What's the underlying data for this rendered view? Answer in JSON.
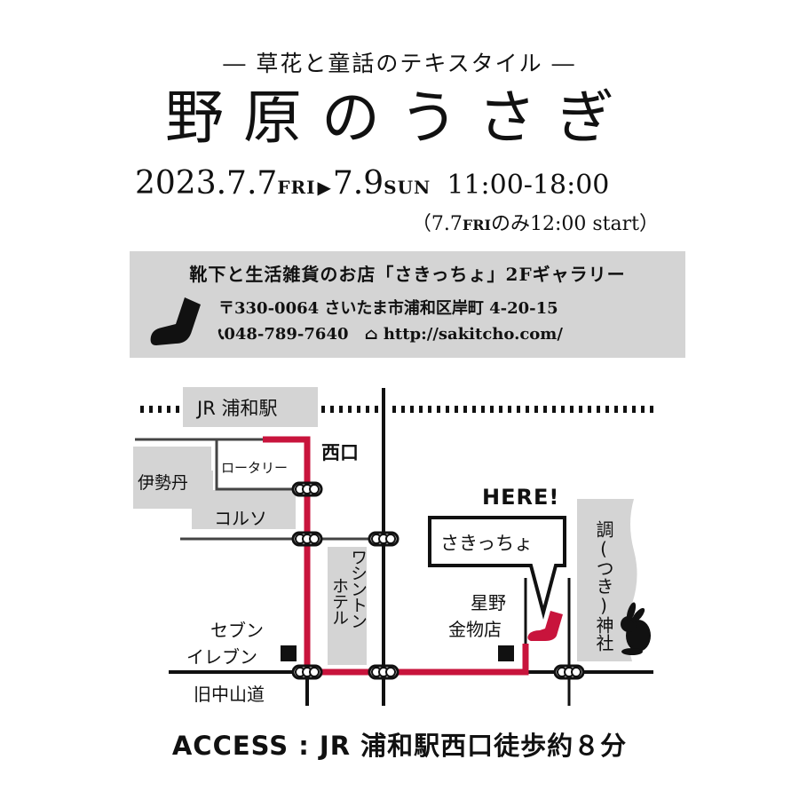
{
  "header": {
    "subtitle": "― 草花と童話のテキスタイル ―",
    "title": "野原のうさぎ"
  },
  "event": {
    "start_date": "2023.7.7",
    "start_day": "FRI",
    "end_date": "7.9",
    "end_day": "SUN",
    "hours": "11:00-18:00",
    "note_open": "（7.7",
    "note_day": "FRI",
    "note_rest": "のみ12:00 start）"
  },
  "shop": {
    "name": "靴下と生活雑貨のお店「さきっちょ」2Fギャラリー",
    "address": "〒330-0064 さいたま市浦和区岸町 4-20-15",
    "phone": "048-789-7640",
    "url": "http://sakitcho.com/",
    "icons": [
      "sock-icon",
      "phone-icon",
      "home-icon"
    ]
  },
  "map": {
    "station": "JR 浦和駅",
    "west_exit": "西口",
    "rotary": "ロータリー",
    "isetan": "伊勢丹",
    "corso": "コルソ",
    "washington_hotel_col1": "ワシントン",
    "washington_hotel_col2": "ホテル",
    "seven_eleven_line1": "セブン",
    "seven_eleven_line2": "イレブン",
    "old_nakasendo": "旧中山道",
    "here": "HERE!",
    "shop_callout": "さきっちょ",
    "hoshino_line1": "星野",
    "hoshino_line2": "金物店",
    "shrine": "調(つき)神社",
    "route_color": "#c8143c",
    "building_color": "#d4d4d4"
  },
  "footer": {
    "access": "ACCESS : JR 浦和駅西口徒歩約８分"
  }
}
